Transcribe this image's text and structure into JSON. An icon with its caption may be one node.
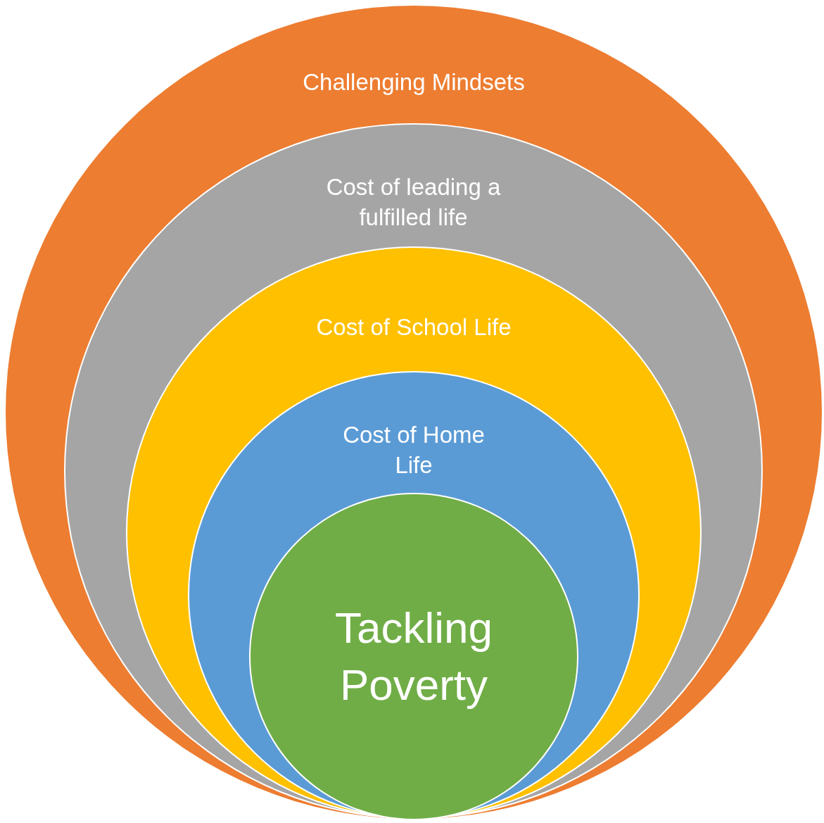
{
  "diagram": {
    "nodes": [
      {
        "text": [
          "Challenging Mindsets"
        ]
      },
      {
        "text": [
          "Cost of leading a fulfilled life"
        ],
        "in": 0
      },
      {
        "text": [
          "Cost of School Life"
        ],
        "in": 1
      },
      {
        "text": [
          "Cost of Home Life"
        ],
        "in": 2
      },
      {
        "text": [
          "Tackling Poverty"
        ],
        "in": 3
      }
    ]
  }
}
